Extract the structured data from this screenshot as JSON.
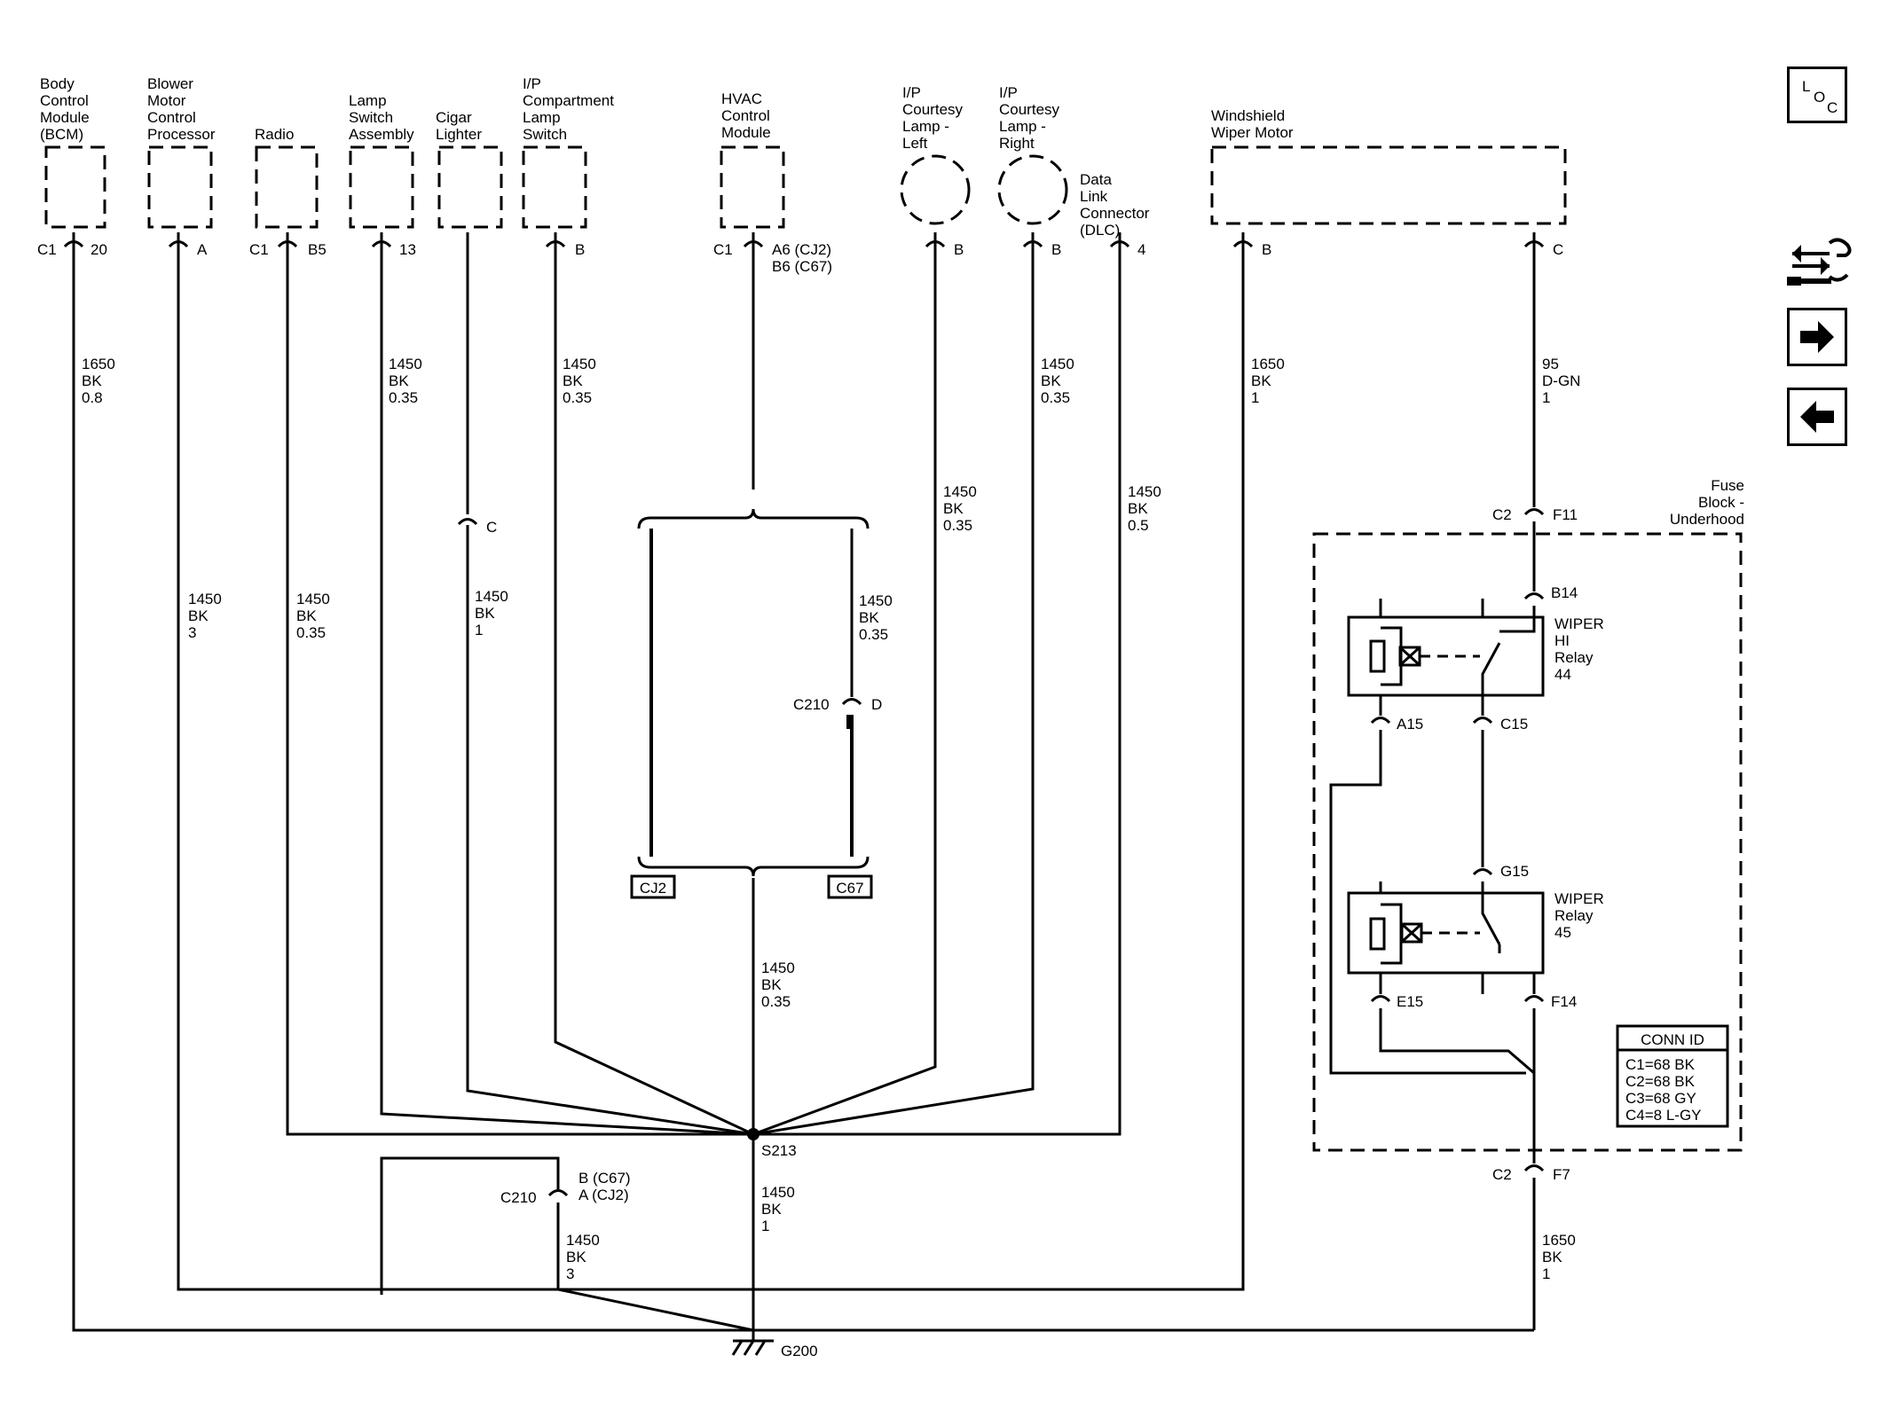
{
  "components": {
    "bcm": "Body Control Module (BCM)",
    "blower": "Blower Motor Control Processor",
    "radio": "Radio",
    "lamp_switch": "Lamp Switch Assembly",
    "cigar": "Cigar Lighter",
    "ip_comp_switch": "I/P Compartment Lamp Switch",
    "hvac": "HVAC Control Module",
    "courtesy_left": "I/P Courtesy Lamp - Left",
    "courtesy_right": "I/P Courtesy Lamp - Right",
    "dlc": "Data Link Connector (DLC)",
    "wiper_motor": "Windshield Wiper Motor",
    "fuse_block": "Fuse Block - Underhood"
  },
  "pins": {
    "bcm_conn": "C1",
    "bcm_pin": "20",
    "blower_pin": "A",
    "radio_conn": "C1",
    "radio_pin": "B5",
    "lamp_switch_pin": "13",
    "cigar_pin": "C",
    "ip_comp_pin": "B",
    "hvac_conn": "C1",
    "hvac_pin1": "A6 (CJ2)",
    "hvac_pin2": "B6 (C67)",
    "courtesy_left_pin": "B",
    "courtesy_right_pin": "B",
    "dlc_pin": "4",
    "wiper_motor_pin1": "B",
    "wiper_motor_pin2": "C",
    "c210_top_conn": "C210",
    "c210_top_pin": "D",
    "c210_bot_conn": "C210",
    "c210_bot_pin1": "B (C67)",
    "c210_bot_pin2": "A (CJ2)",
    "fuse_in_conn": "C2",
    "fuse_in_pin": "F11",
    "fuse_out_conn": "C2",
    "fuse_out_pin": "F7",
    "b14": "B14",
    "a15": "A15",
    "c15": "C15",
    "g15": "G15",
    "e15": "E15",
    "f14": "F14"
  },
  "wires": {
    "bcm": [
      "1650",
      "BK",
      "0.8"
    ],
    "wiper_motor_b": [
      "1650",
      "BK",
      "1"
    ],
    "wiper_feed": [
      "95",
      "D-GN",
      "1"
    ],
    "blower": [
      "1450",
      "BK",
      "3"
    ],
    "radio": [
      "1450",
      "BK",
      "0.35"
    ],
    "lamp_switch": [
      "1450",
      "BK",
      "0.35"
    ],
    "cigar": [
      "1450",
      "BK",
      "1"
    ],
    "ip_comp": [
      "1450",
      "BK",
      "0.35"
    ],
    "courtesy_left": [
      "1450",
      "BK",
      "0.35"
    ],
    "courtesy_right": [
      "1450",
      "BK",
      "0.35"
    ],
    "dlc": [
      "1450",
      "BK",
      "0.5"
    ],
    "c210_top": [
      "1450",
      "BK",
      "0.35"
    ],
    "hvac_down": [
      "1450",
      "BK",
      "0.35"
    ],
    "s213_down": [
      "1450",
      "BK",
      "1"
    ],
    "c210_down": [
      "1450",
      "BK",
      "3"
    ],
    "fuse_out": [
      "1650",
      "BK",
      "1"
    ]
  },
  "options": {
    "cj2": "CJ2",
    "c67": "C67"
  },
  "splice": "S213",
  "ground": "G200",
  "relays": {
    "hi": [
      "WIPER",
      "HI",
      "Relay",
      "44"
    ],
    "wiper": [
      "WIPER",
      "Relay",
      "45"
    ]
  },
  "conn_id": {
    "title": "CONN ID",
    "rows": [
      "C1=68 BK",
      "C2=68 BK",
      "C3=68 GY",
      "C4=8 L-GY"
    ]
  },
  "nav": {
    "loc_letters": [
      "L",
      "O",
      "C"
    ],
    "icons": [
      "component-locator-icon",
      "tools-icon",
      "next-page-icon",
      "previous-page-icon"
    ]
  }
}
